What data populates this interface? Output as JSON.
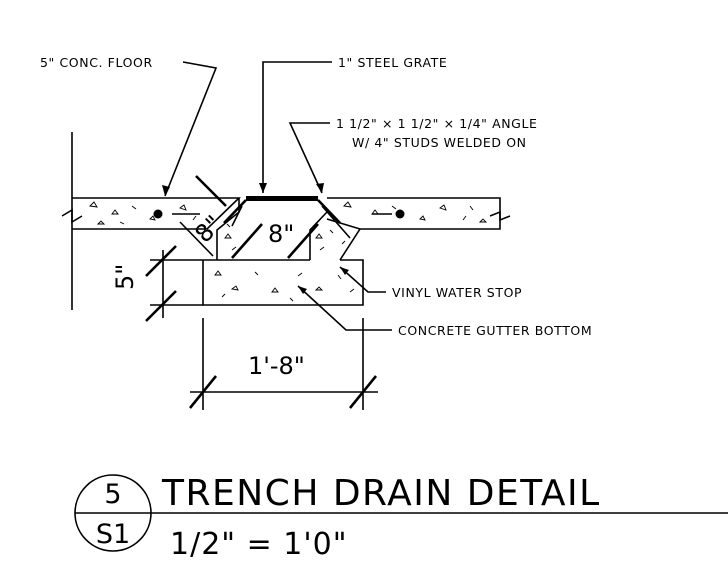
{
  "labels": {
    "floor": "5\" CONC. FLOOR",
    "grate": "1\" STEEL GRATE",
    "angle_line1": "1 1/2\" × 1 1/2\" × 1/4\" ANGLE",
    "angle_line2": "W/ 4\" STUDS WELDED ON",
    "water_stop": "VINYL WATER STOP",
    "gutter_bottom": "CONCRETE GUTTER BOTTOM"
  },
  "dimensions": {
    "width_overall": "1'-8\"",
    "trench_width": "8\"",
    "wall_thickness": "8\"",
    "bottom_thickness": "5\""
  },
  "title_block": {
    "detail_number": "5",
    "sheet_number": "S1",
    "title": "TRENCH DRAIN DETAIL",
    "scale": "1/2\" = 1'0\""
  }
}
